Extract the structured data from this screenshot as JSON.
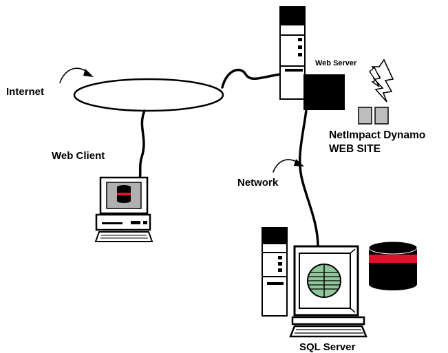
{
  "labels": {
    "internet": "Internet",
    "web_server": "Web Server",
    "web_client": "Web Client",
    "network": "Network",
    "site_line1": "NetImpact Dynamo",
    "site_line2": "WEB SITE",
    "sql_server": "SQL Server"
  },
  "icons": {
    "web_server": "server-tower-icon",
    "web_client": "desktop-computer-icon",
    "sql_server_tower": "server-tower-icon",
    "sql_server_monitor": "monitor-icon",
    "database": "database-cylinder-icon",
    "lightning": "lightning-bolt-icon",
    "web_pages": "document-icon"
  },
  "colors": {
    "ink": "#000000",
    "screen_gray": "#b0b0b0",
    "database_red": "#e0102a",
    "globe_green": "#8fc79a",
    "page_gray": "#bdbdbd"
  }
}
